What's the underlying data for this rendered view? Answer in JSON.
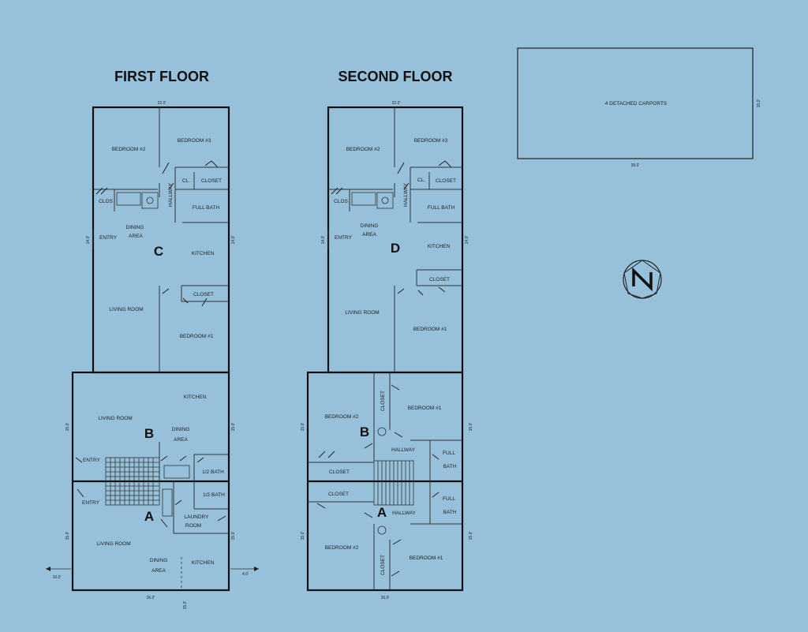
{
  "titles": {
    "first_floor": "FIRST FLOOR",
    "second_floor": "SECOND FLOOR"
  },
  "carport": {
    "label": "4 DETACHED CARPORTS",
    "width": "39.0'",
    "depth": "15.0'"
  },
  "first_floor": {
    "unit_c": {
      "letter": "C",
      "rooms": {
        "bedroom2": "BEDROOM #2",
        "bedroom3": "BEDROOM #3",
        "cl": "CL.",
        "closet_top": "CLOSET",
        "hallway": "HALLWAY",
        "full_bath": "FULL BATH",
        "clos": "CLOS",
        "entry": "ENTRY",
        "dining": "DINING",
        "area": "AREA",
        "kitchen": "KITCHEN",
        "closet": "CLOSET",
        "living": "LIVING ROOM",
        "bedroom1": "BEDROOM #1"
      },
      "dims": {
        "top": "22.0'",
        "left": "14.0'",
        "right": "14.0'"
      }
    },
    "unit_b": {
      "letter": "B",
      "rooms": {
        "kitchen": "KITCHEN",
        "living": "LIVING ROOM",
        "dining": "DINING",
        "area": "AREA",
        "entry": "ENTRY",
        "half_bath": "1/2 BATH"
      },
      "dims": {
        "left": "15.0'",
        "right": "15.0'"
      }
    },
    "unit_a": {
      "letter": "A",
      "rooms": {
        "entry": "ENTRY",
        "half_bath": "1/2 BATH",
        "laundry": "LAUNDRY",
        "room": "ROOM",
        "living": "LIVING ROOM",
        "dining": "DINING",
        "area": "AREA",
        "kitchen": "KITCHEN"
      },
      "dims": {
        "left": "15.0'",
        "right": "15.0'",
        "bottom": "26.0'",
        "left_ext": "10.0'",
        "right_ext": "4.0'",
        "center": "15.0'"
      }
    }
  },
  "second_floor": {
    "unit_d": {
      "letter": "D",
      "rooms": {
        "bedroom2": "BEDROOM #2",
        "bedroom3": "BEDROOM #3",
        "cl": "CL.",
        "closet_top": "CLOSET",
        "hallway": "HALLWAY",
        "full_bath": "FULL BATH",
        "clos": "CLOS",
        "entry": "ENTRY",
        "dining": "DINING",
        "area": "AREA",
        "kitchen": "KITCHEN",
        "closet": "CLOSET",
        "living": "LIVING ROOM",
        "bedroom1": "BEDROOM #1"
      },
      "dims": {
        "top": "22.0'",
        "left": "14.0'",
        "right": "14.0'"
      }
    },
    "unit_b": {
      "letter": "B",
      "rooms": {
        "bedroom2": "BEDROOM #2",
        "closet_v": "CLOSET",
        "bedroom1": "BEDROOM #1",
        "hallway": "HALLWAY",
        "full": "FULL",
        "bath": "BATH",
        "closet": "CLOSET"
      },
      "dims": {
        "left": "15.0'",
        "right": "15.0'"
      }
    },
    "unit_a": {
      "letter": "A",
      "rooms": {
        "closet": "CLOSET",
        "full": "FULL",
        "bath": "BATH",
        "hallway": "HALLWAY",
        "bedroom2": "BEDROOM #2",
        "closet_v": "CLOSET",
        "bedroom1": "BEDROOM #1"
      },
      "dims": {
        "left": "15.0'",
        "right": "15.0'",
        "bottom": "26.0'"
      }
    }
  },
  "north_arrow": {
    "letter": "N"
  }
}
